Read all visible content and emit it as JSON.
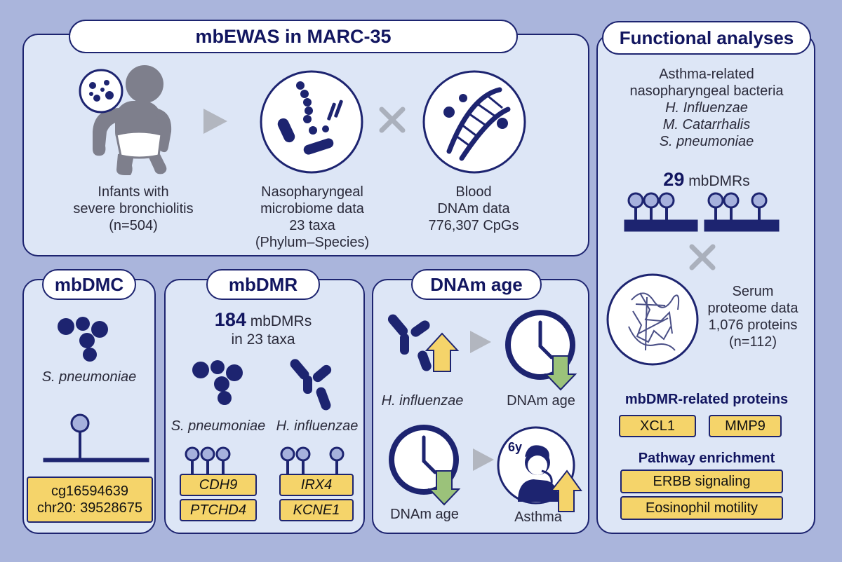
{
  "top_panel": {
    "title": "mbEWAS in MARC-35",
    "infants": [
      "Infants with",
      "severe bronchiolitis",
      "(n=504)"
    ],
    "microbiome": [
      "Nasopharyngeal",
      "microbiome data",
      "23 taxa",
      "(Phylum–Species)"
    ],
    "blood": [
      "Blood",
      "DNAm data",
      "776,307 CpGs"
    ]
  },
  "mbdmc_panel": {
    "title": "mbDMC",
    "species": "S. pneumoniae",
    "cpg_box": [
      "cg16594639",
      "chr20: 39528675"
    ]
  },
  "mbdmr_panel": {
    "title": "mbDMR",
    "count_number": "184",
    "count_suffix": "mbDMRs",
    "count_line2": "in 23 taxa",
    "species_left": "S. pneumoniae",
    "species_right": "H. influenzae",
    "genes_left": [
      "CDH9",
      "PTCHD4"
    ],
    "genes_right": [
      "IRX4",
      "KCNE1"
    ]
  },
  "dnam_panel": {
    "title": "DNAm age",
    "species": "H. influenzae",
    "outcome_top": "DNAm age",
    "exposure_bottom": "DNAm age",
    "outcome_bottom": "Asthma",
    "age_badge": "6y"
  },
  "functional_panel": {
    "title": "Functional analyses",
    "bacteria_heading": [
      "Asthma-related",
      "nasopharyngeal bacteria"
    ],
    "bacteria": [
      "H. Influenzae",
      "M. Catarrhalis",
      "S. pneumoniae"
    ],
    "dmr_number": "29",
    "dmr_suffix": "mbDMRs",
    "serum": [
      "Serum",
      "proteome data",
      "1,076 proteins",
      "(n=112)"
    ],
    "proteins_heading": "mbDMR-related proteins",
    "proteins": [
      "XCL1",
      "MMP9"
    ],
    "pathway_heading": "Pathway enrichment",
    "pathways": [
      "ERBB signaling",
      "Eosinophil motility"
    ]
  },
  "colors": {
    "navy": "#1d2470",
    "panel": "#dde6f6",
    "background": "#aab5dc",
    "highlight": "#f5d46a",
    "arrow_up": "#f5d46a",
    "arrow_down": "#9bc27a"
  }
}
